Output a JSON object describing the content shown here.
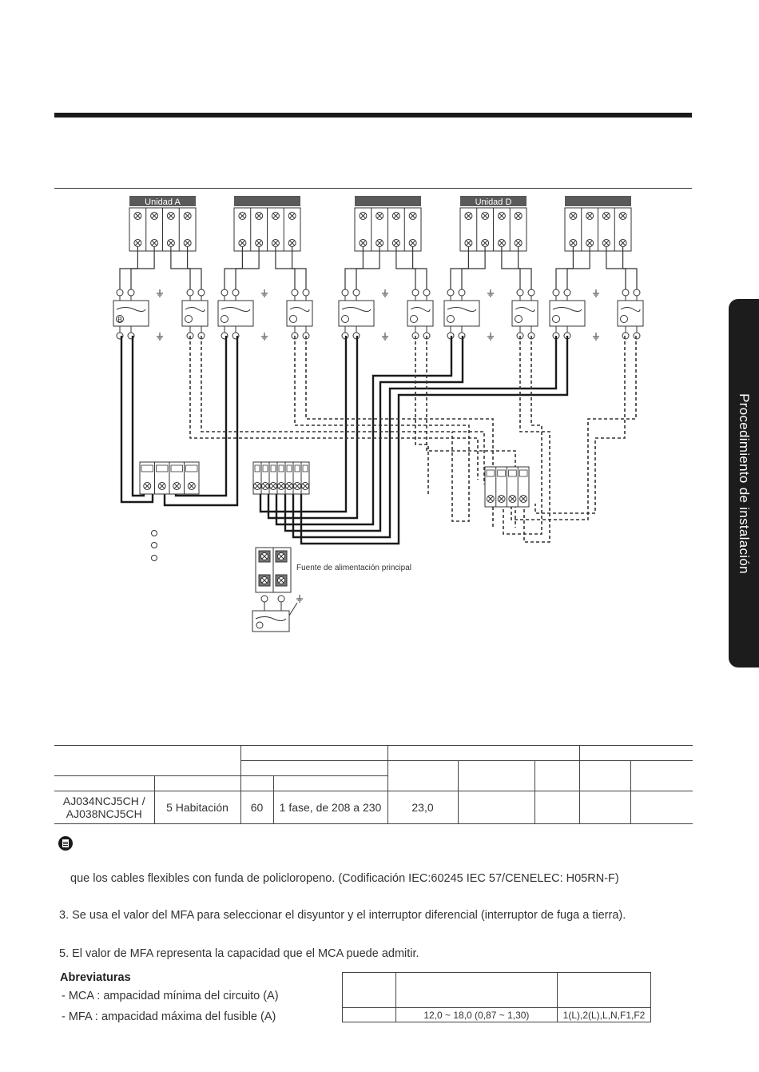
{
  "side_tab": {
    "label": "Procedimiento de instalación"
  },
  "diagram": {
    "unit_labels": [
      "Unidad A",
      "",
      "",
      "Unidad D",
      ""
    ],
    "power_source_label": "Fuente de alimentación principal",
    "breaker_marker": "B"
  },
  "spec_table": {
    "row": {
      "model": "AJ034NCJ5CH / AJ038NCJ5CH",
      "rooms": "5 Habitación",
      "hz": "60",
      "voltage": "1 fase, de 208 a 230",
      "mca": "23,0"
    }
  },
  "notes": {
    "line_a": "que los cables flexibles con funda de policloropeno. (Codificación IEC:60245 IEC 57/CENELEC: H05RN-F)",
    "line_3": "3. Se usa el valor del MFA para seleccionar el disyuntor y el interruptor diferencial (interruptor de fuga a tierra).",
    "line_5": "5. El valor de MFA representa la capacidad que el MCA puede admitir."
  },
  "abbreviations": {
    "title": "Abreviaturas",
    "items": [
      "- MCA : ampacidad mínima del circuito (A)",
      "- MFA : ampacidad máxima del fusible (A)"
    ]
  },
  "small_table": {
    "row": {
      "range": "12,0 ~ 18,0 (0,87 ~ 1,30)",
      "terminals": "1(L),2(L),L,N,F1,F2"
    }
  }
}
